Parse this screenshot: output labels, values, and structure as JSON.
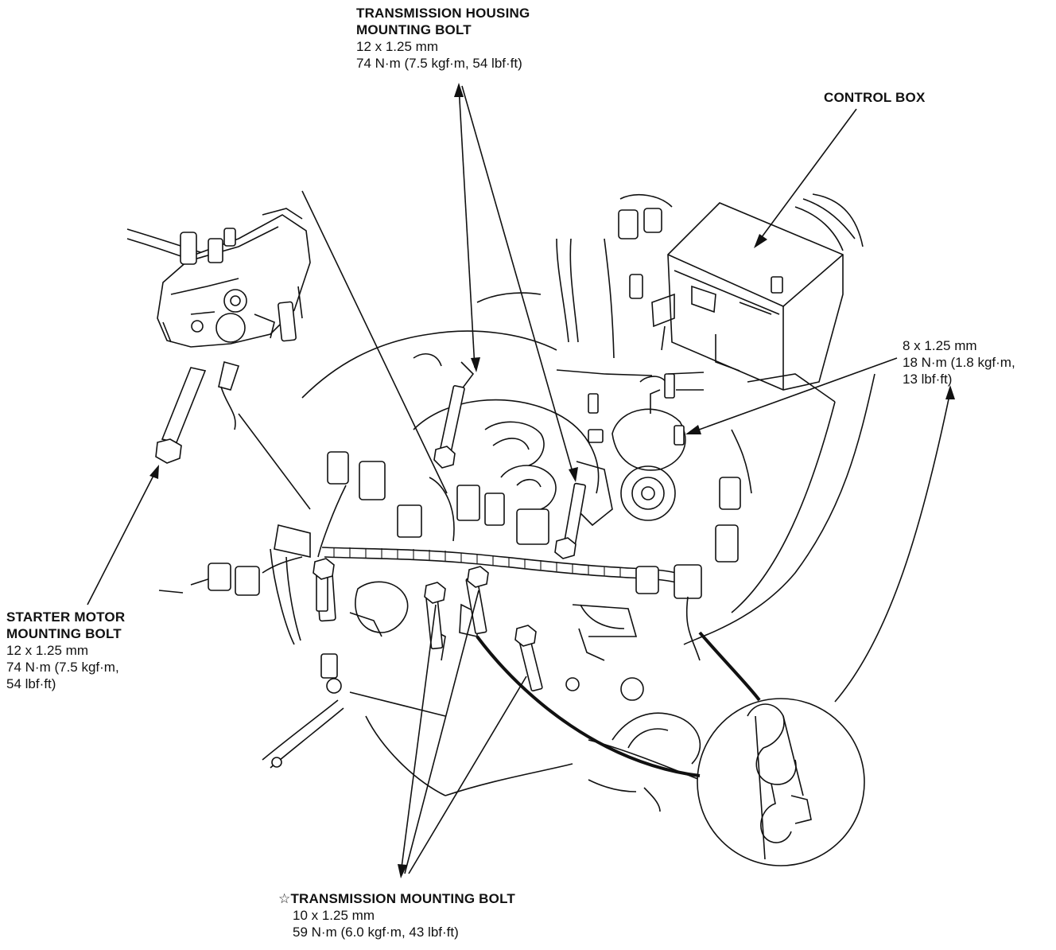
{
  "labels": {
    "transmission_housing_bolt": {
      "name": "TRANSMISSION HOUSING",
      "name2": "MOUNTING BOLT",
      "size": "12 x 1.25 mm",
      "torque": "74 N·m (7.5 kgf·m, 54 lbf·ft)"
    },
    "control_box": {
      "name": "CONTROL BOX"
    },
    "bolt_8mm": {
      "size": "8 x 1.25 mm",
      "torque_line1": "18 N·m (1.8 kgf·m,",
      "torque_line2": "13 lbf·ft)"
    },
    "starter_motor_bolt": {
      "name": "STARTER MOTOR",
      "name2": "MOUNTING BOLT",
      "size": "12 x 1.25 mm",
      "torque_line1": "74 N·m (7.5 kgf·m,",
      "torque_line2": "54 lbf·ft)"
    },
    "transmission_mounting_bolt": {
      "marker": "☆",
      "name": "TRANSMISSION MOUNTING BOLT",
      "size": "10 x 1.25 mm",
      "torque": "59 N·m (6.0 kgf·m, 43 lbf·ft)"
    }
  },
  "colors": {
    "line": "#111111",
    "background": "#ffffff"
  }
}
